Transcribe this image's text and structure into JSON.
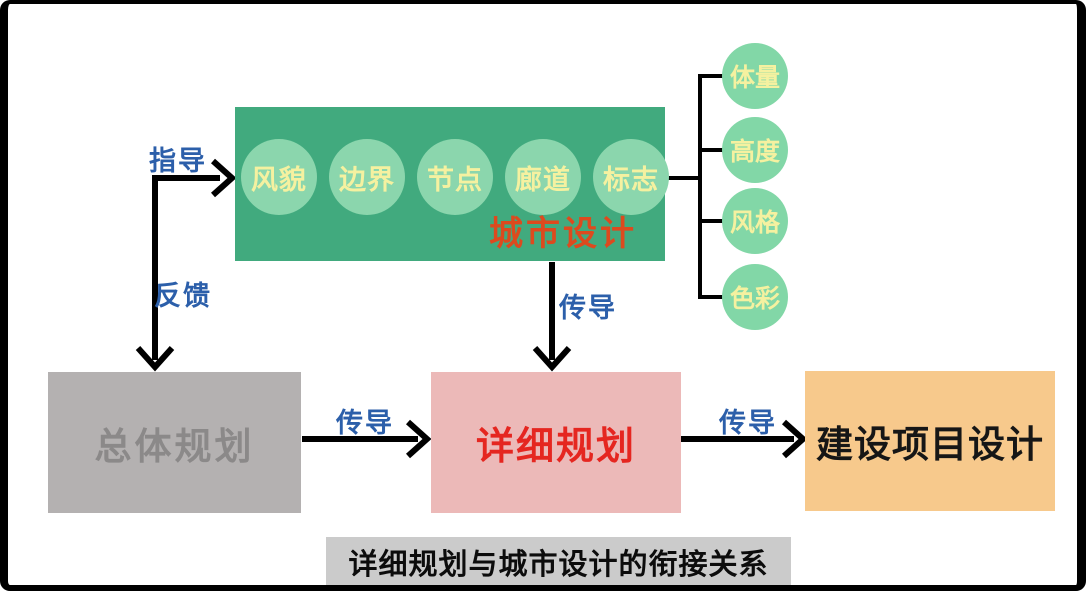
{
  "caption": "详细规划与城市设计的衔接关系",
  "urban_design": {
    "label": "城市设计",
    "elements": [
      "风貌",
      "边界",
      "节点",
      "廊道",
      "标志"
    ],
    "attributes": [
      "体量",
      "高度",
      "风格",
      "色彩"
    ]
  },
  "boxes": {
    "master_plan": "总体规划",
    "detailed_plan": "详细规划",
    "construction_design": "建设项目设计"
  },
  "edge_labels": {
    "guide": "指导",
    "feedback": "反馈",
    "transmit_top": "传导",
    "transmit_left": "传导",
    "transmit_right": "传导"
  },
  "colors": {
    "green_box": "#41aa7e",
    "element_circle_fill": "#8bd6ad",
    "attribute_circle_fill": "#82d7a7",
    "circle_text": "#f5f1a0",
    "urban_design_label": "#dd4a1e",
    "edge_label_blue": "#2c5faa",
    "gray_box": "#b4b1b1",
    "gray_box_text": "#8b8989",
    "pink_box": "#ecb9b8",
    "pink_box_text": "#e52620",
    "orange_box": "#f7c98c",
    "caption_bg": "#cbcbcb",
    "arrow": "#000000"
  }
}
